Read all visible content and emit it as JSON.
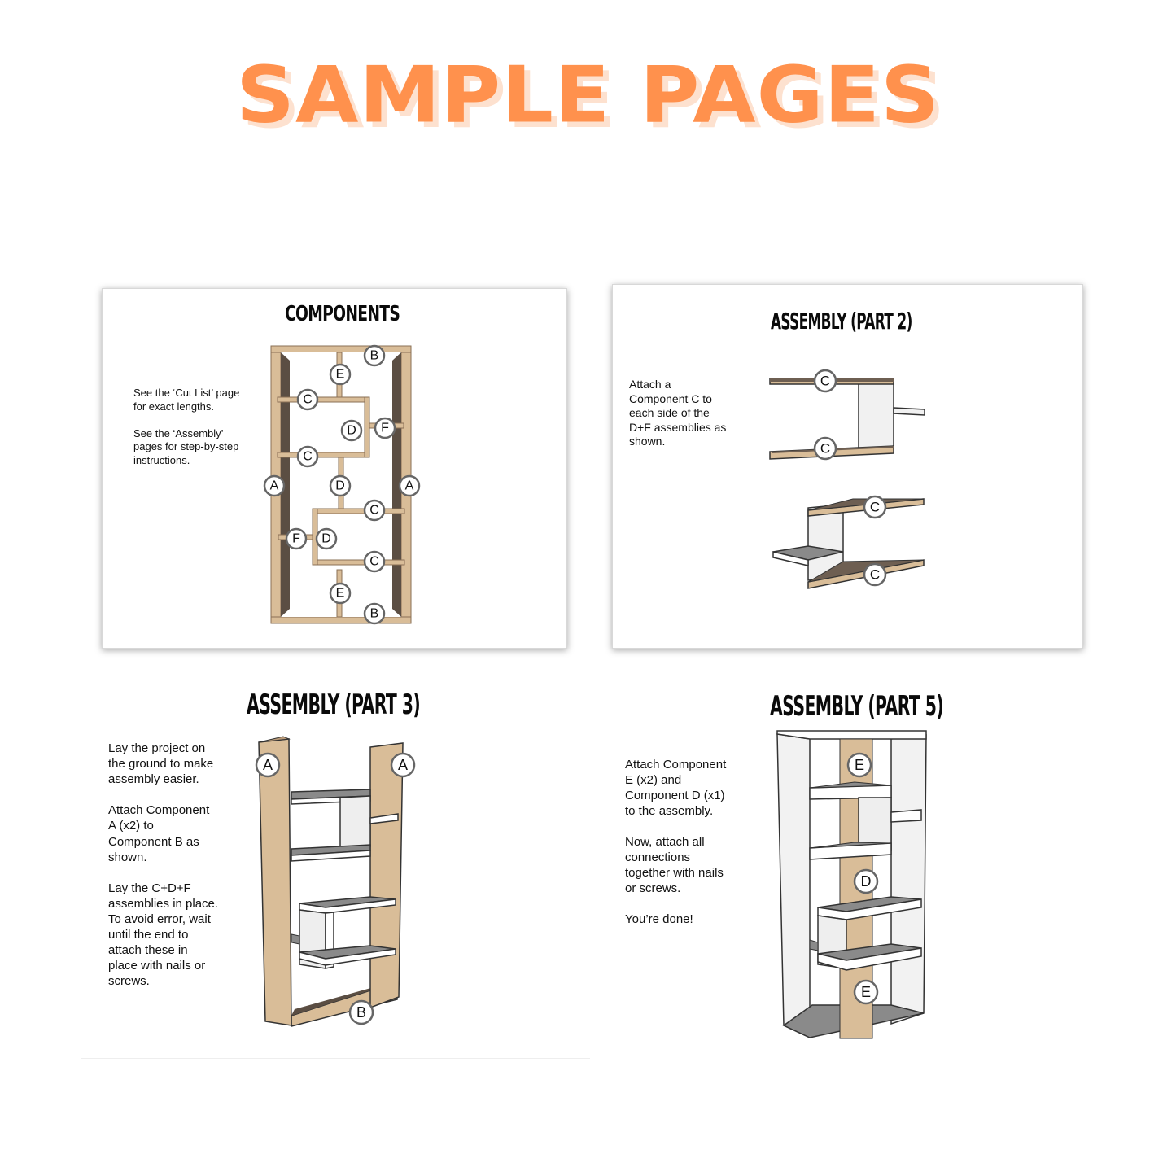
{
  "header": {
    "title": "SAMPLE PAGES"
  },
  "pages": {
    "components": {
      "title": "COMPONENTS",
      "text": "See the ‘Cut List’ page\nfor exact lengths.\n\nSee the ‘Assembly’\npages for step-by-step\ninstructions.",
      "labels": [
        "B",
        "E",
        "C",
        "D",
        "F",
        "C",
        "A",
        "D",
        "A",
        "C",
        "F",
        "D",
        "C",
        "E",
        "B"
      ]
    },
    "assembly2": {
      "title": "ASSEMBLY (PART 2)",
      "text": "Attach a\nComponent C to\neach side of the\nD+F assemblies as\nshown.",
      "labels": [
        "C",
        "C",
        "C",
        "C"
      ]
    },
    "assembly3": {
      "title": "ASSEMBLY (PART 3)",
      "text": "Lay the project on\nthe ground to make\nassembly easier.\n\nAttach Component\nA (x2) to\nComponent B as\nshown.\n\nLay the C+D+F\nassemblies in place.\nTo avoid error, wait\nuntil the end to\nattach these in\nplace with nails or\nscrews.",
      "labels": [
        "A",
        "A",
        "B"
      ]
    },
    "assembly5": {
      "title": "ASSEMBLY (PART 5)",
      "text": "Attach Component\nE (x2) and\nComponent D (x1)\nto the assembly.\n\nNow, attach all\nconnections\ntogether with nails\nor screws.\n\nYou’re done!",
      "labels": [
        "E",
        "D",
        "E"
      ]
    }
  },
  "colors": {
    "title_orange": "#ff914d",
    "title_shadow": "#fde1cf",
    "wood_light": "#d9bd98",
    "wood_dark": "#5b4e43",
    "shelf_gray": "#8a8a8a"
  }
}
